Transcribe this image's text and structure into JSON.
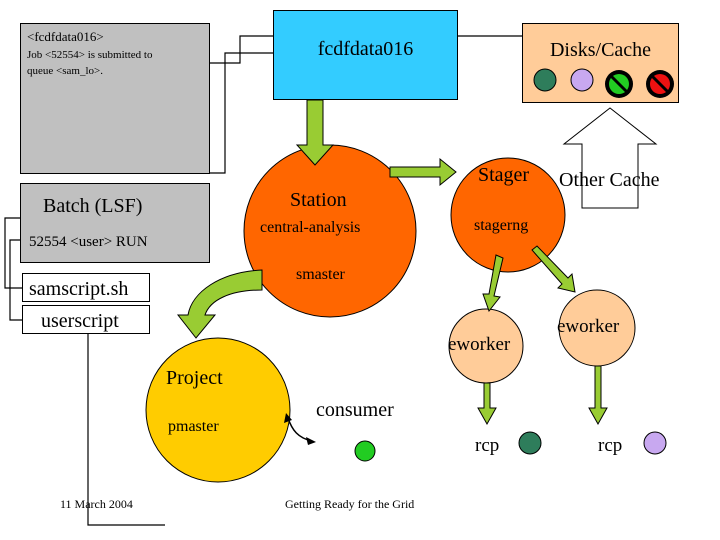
{
  "terminal": {
    "line1": "<fcdfdata016>",
    "line2": "Job <52554> is submitted to",
    "line3": "queue <sam_lo>."
  },
  "host_box": {
    "label": "fcdfdata016"
  },
  "disks_box": {
    "label": "Disks/Cache"
  },
  "batch": {
    "title": "Batch (LSF)",
    "job_line": "52554 <user> RUN",
    "samscript": "samscript.sh",
    "userscript": "userscript"
  },
  "station": {
    "title": "Station",
    "subtitle": "central-analysis",
    "master": "smaster"
  },
  "stager": {
    "label": "Stager",
    "process": "stagerng",
    "other_cache": "Other Cache"
  },
  "workers": [
    {
      "label": "eworker",
      "rcp": "rcp",
      "dot_color": "#2e7d5b"
    },
    {
      "label": "eworker",
      "rcp": "rcp",
      "dot_color": "#c8a8f0"
    }
  ],
  "project": {
    "title": "Project",
    "master": "pmaster"
  },
  "consumer": {
    "label": "consumer",
    "dot_color": "#22cc22"
  },
  "disks": [
    {
      "state": "ok",
      "color": "#2e7d5b"
    },
    {
      "state": "ok",
      "color": "#c8a8f0"
    },
    {
      "state": "blocked",
      "color": "#22cc22"
    },
    {
      "state": "blocked",
      "color": "#ee1111"
    }
  ],
  "colors": {
    "terminal_bg": "#c0c0c0",
    "host_bg": "#33ccff",
    "disks_bg": "#ffcc99",
    "station_fill": "#ff6600",
    "worker_fill": "#ffcc99",
    "project_fill": "#ffcc00",
    "arrow_fill": "#99cc33"
  },
  "footer": {
    "date": "11 March 2004",
    "title": "Getting Ready for the Grid"
  }
}
